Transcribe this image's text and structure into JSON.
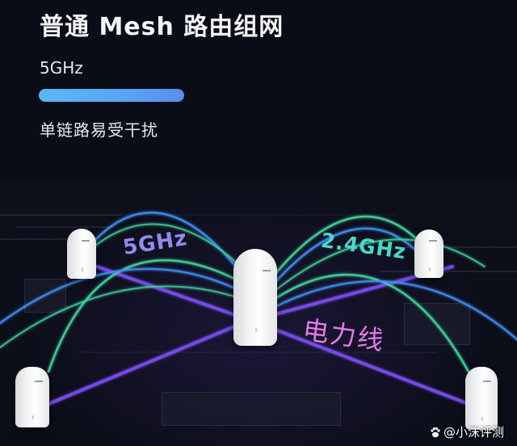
{
  "header": {
    "title": "普通 Mesh 路由组网",
    "band_label": "5GHz",
    "band_bar_color_start": "#5ab7f5",
    "band_bar_color_end": "#5b8cf0",
    "description": "单链路易受干扰"
  },
  "diagram": {
    "labels": {
      "band_5g": "5GHz",
      "band_24g": "2.4GHz",
      "powerline": "电力线"
    },
    "colors": {
      "band_5g": "#8f8bf0",
      "band_24g": "#47d8c9",
      "powerline": "#e77ae8",
      "arc_blue": "#3c8df0",
      "arc_green": "#3fd39a",
      "powerline_line": "#7a4df0"
    },
    "routers": [
      {
        "id": "center",
        "role": "main"
      },
      {
        "id": "top-left",
        "role": "satellite"
      },
      {
        "id": "top-right",
        "role": "satellite"
      },
      {
        "id": "bottom-left",
        "role": "satellite"
      },
      {
        "id": "bottom-right",
        "role": "satellite"
      }
    ]
  },
  "watermark": {
    "text": "@小沫评测",
    "icon": "paw-icon"
  }
}
